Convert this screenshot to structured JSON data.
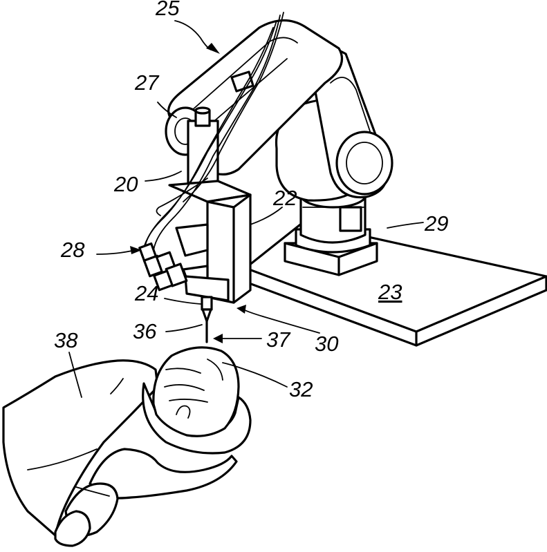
{
  "figure": {
    "labels": {
      "robot_arm": "25",
      "upper_arm_link": "27",
      "mount_bracket": "20",
      "tool_housing": "22",
      "base_plate": "23",
      "base_pedestal": "29",
      "cable_connectors": "28",
      "needle_holder": "24",
      "needle": "36",
      "needle_tip": "37",
      "end_effector": "30",
      "head": "32",
      "patient_body": "38"
    }
  }
}
